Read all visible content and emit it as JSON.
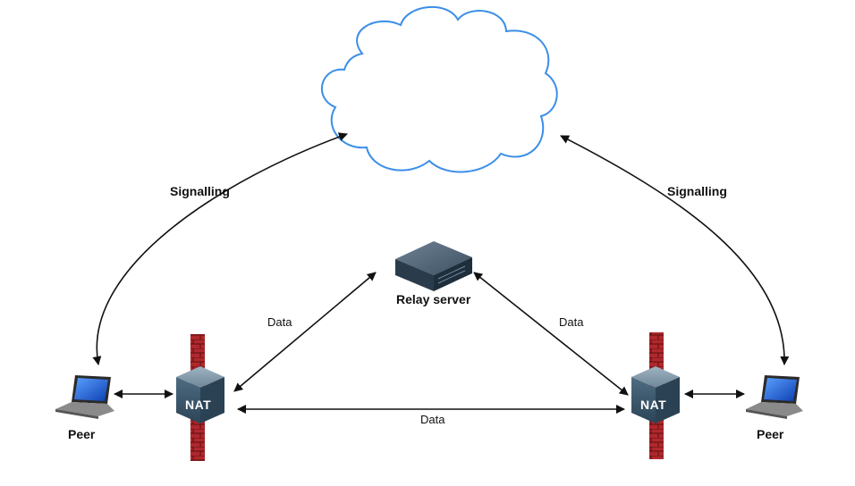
{
  "labels": {
    "signalling_left": "Signalling",
    "signalling_right": "Signalling",
    "relay_server": "Relay server",
    "data_left": "Data",
    "data_right": "Data",
    "data_bottom": "Data",
    "peer_left": "Peer",
    "peer_right": "Peer",
    "nat_left": "NAT",
    "nat_right": "NAT"
  },
  "colors": {
    "cloud_stroke": "#3b8ee8",
    "firewall": "#b0282c",
    "nat_body": "#3f5d72",
    "server_body": "#2f4456",
    "arrow": "#111111"
  },
  "icons": {
    "cloud": "cloud-icon",
    "server": "server-icon",
    "laptop": "laptop-icon",
    "firewall": "firewall-icon",
    "nat": "nat-router-icon"
  }
}
